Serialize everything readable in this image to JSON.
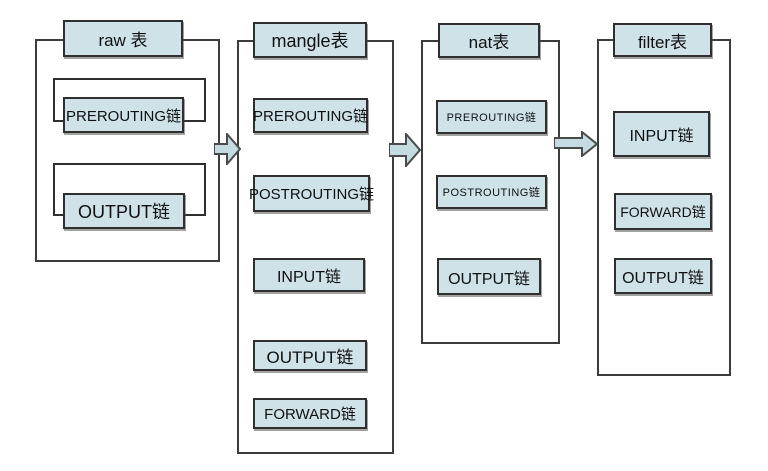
{
  "diagram": {
    "type": "iptables-flow-diagram",
    "colors": {
      "node_fill": "#cee2e8",
      "arrow_fill": "#c3dbe1",
      "border": "#2f2f2f",
      "background": "#ffffff"
    },
    "tables": {
      "raw": {
        "title": "raw 表",
        "chains": {
          "prerouting": "PREROUTING链",
          "output": "OUTPUT链"
        }
      },
      "mangle": {
        "title": "mangle表",
        "chains": {
          "prerouting": "PREROUTING链",
          "postrouting": "POSTROUTING链",
          "input": "INPUT链",
          "output": "OUTPUT链",
          "forward": "FORWARD链"
        }
      },
      "nat": {
        "title": "nat表",
        "chains": {
          "prerouting": "PREROUTING链",
          "postrouting": "POSTROUTING链",
          "output": "OUTPUT链"
        }
      },
      "filter": {
        "title": "filter表",
        "chains": {
          "input": "INPUT链",
          "forward": "FORWARD链",
          "output": "OUTPUT链"
        }
      }
    },
    "flow_order": [
      "raw 表",
      "mangle表",
      "nat表",
      "filter表"
    ]
  }
}
